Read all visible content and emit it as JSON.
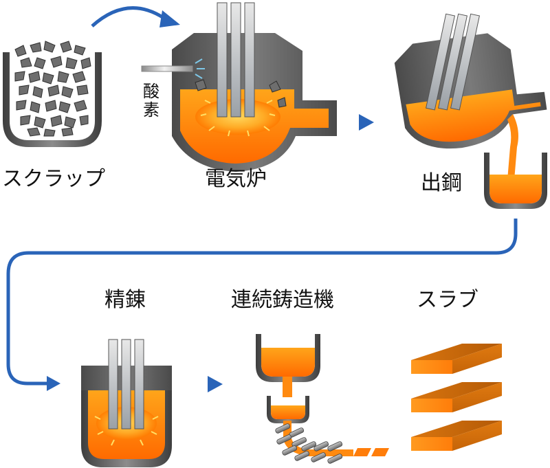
{
  "labels": {
    "scrap": "スクラップ",
    "eaf": "電気炉",
    "oxygen": "酸素",
    "tapping": "出鋼",
    "refining": "精錬",
    "caster": "連続鋳造機",
    "slab": "スラブ"
  },
  "colors": {
    "flow_arrow": "#2a64b8",
    "molten_steel": "#ff9a1f",
    "molten_glow": "#ffe07a",
    "vessel": "#5a5a5a",
    "electrode": "#b8b8b8",
    "slab": "#ef8a1a"
  }
}
